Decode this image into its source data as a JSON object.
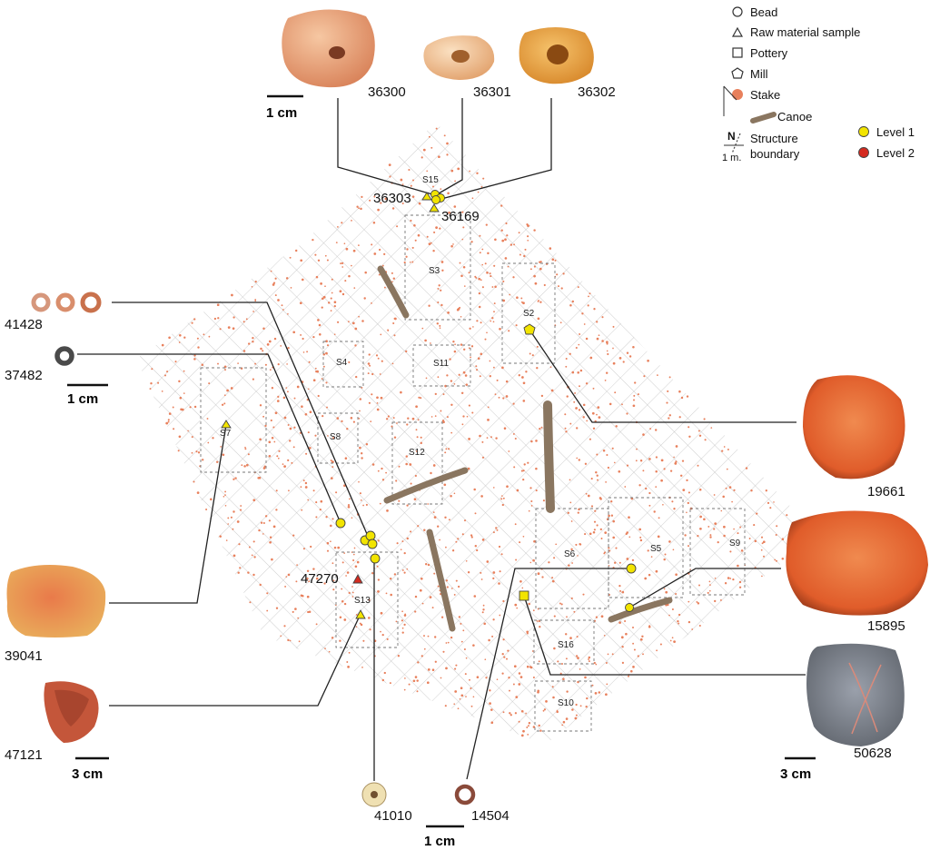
{
  "legend": {
    "items": [
      {
        "symbol": "circle",
        "label": "Bead"
      },
      {
        "symbol": "triangle",
        "label": "Raw material sample"
      },
      {
        "symbol": "square",
        "label": "Pottery"
      },
      {
        "symbol": "pentagon",
        "label": "Mill"
      },
      {
        "symbol": "stake",
        "label": "Stake"
      },
      {
        "symbol": "canoe",
        "label": "Canoe"
      },
      {
        "symbol": "dashed-line",
        "label": "Structure boundary"
      }
    ],
    "boundary_line1": "Structure",
    "boundary_line2": "boundary",
    "levels": [
      {
        "label": "Level 1",
        "color": "#f2e400"
      },
      {
        "label": "Level 2",
        "color": "#d42a1f"
      }
    ],
    "north_label": "N",
    "scale_label": "1 m."
  },
  "scale_bars": {
    "cm1": "1 cm",
    "cm3": "3 cm"
  },
  "structures": [
    "S15",
    "S3",
    "S2",
    "S4",
    "S11",
    "S7",
    "S8",
    "S12",
    "S6",
    "S5",
    "S9",
    "S13",
    "S16",
    "S10"
  ],
  "sample_ids": [
    "36300",
    "36301",
    "36302",
    "36303",
    "36169",
    "41428",
    "37482",
    "19661",
    "39041",
    "47270",
    "15895",
    "47121",
    "50628",
    "41010",
    "14504"
  ],
  "colors": {
    "stake": "#e8805c",
    "canoe": "#8a7660",
    "level1": "#f2e400",
    "level2": "#d42a1f",
    "grid": "#b9b9b9",
    "leader": "#222222"
  }
}
